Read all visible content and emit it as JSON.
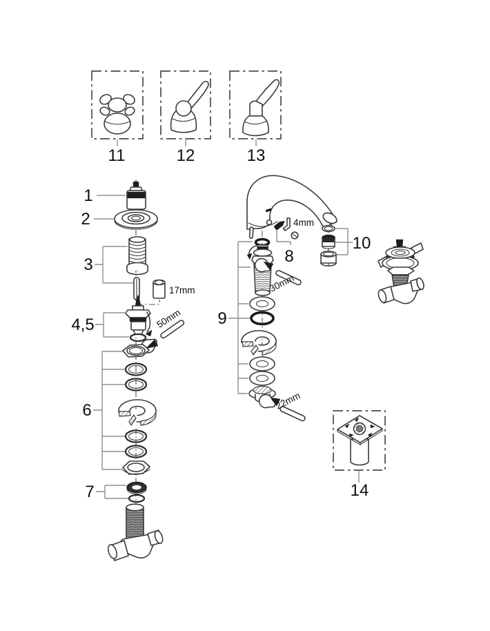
{
  "figure": {
    "kind": "exploded-parts-diagram",
    "subject": "washbasin faucet spare parts with spout, valves, handles and mounting hardware",
    "background_color": "#ffffff",
    "line_color": "#3a3a3a",
    "callout_line_color": "#8f8f8f",
    "text_color": "#0e0e0e"
  },
  "callouts": {
    "p1": {
      "label": "1",
      "part": "handle-adapter-cartridge"
    },
    "p2": {
      "label": "2",
      "part": "escutcheon-flange"
    },
    "p3": {
      "label": "3",
      "part": "spring-sleeve-and-extension-rod"
    },
    "p45": {
      "label": "4,5",
      "part": "valve-cartridge-and-o-ring"
    },
    "p6": {
      "label": "6",
      "part": "mounting-nuts-washers-and-bracket"
    },
    "p7": {
      "label": "7",
      "part": "nut-and-o-ring"
    },
    "p8": {
      "label": "8",
      "part": "set-screw-and-screw"
    },
    "p9": {
      "label": "9",
      "part": "spout-shank-washers-bracket-and-nut"
    },
    "p10": {
      "label": "10",
      "part": "aerator-assembly"
    },
    "p11": {
      "label": "11",
      "part": "cross-handle-option"
    },
    "p12": {
      "label": "12",
      "part": "lever-handle-option"
    },
    "p13": {
      "label": "13",
      "part": "long-lever-handle-option"
    },
    "p14": {
      "label": "14",
      "part": "mounting-plate-with-sleeve-option"
    }
  },
  "tools": {
    "hex_socket_17": {
      "label": "17mm",
      "type": "hex-socket"
    },
    "allen_key_4": {
      "label": "4mm",
      "type": "allen-key"
    },
    "wrench_50": {
      "label": "50mm",
      "type": "open-end-wrench"
    },
    "wrench_30": {
      "label": "30mm",
      "type": "open-end-wrench"
    },
    "wrench_22": {
      "label": "22mm",
      "type": "open-end-wrench"
    }
  }
}
